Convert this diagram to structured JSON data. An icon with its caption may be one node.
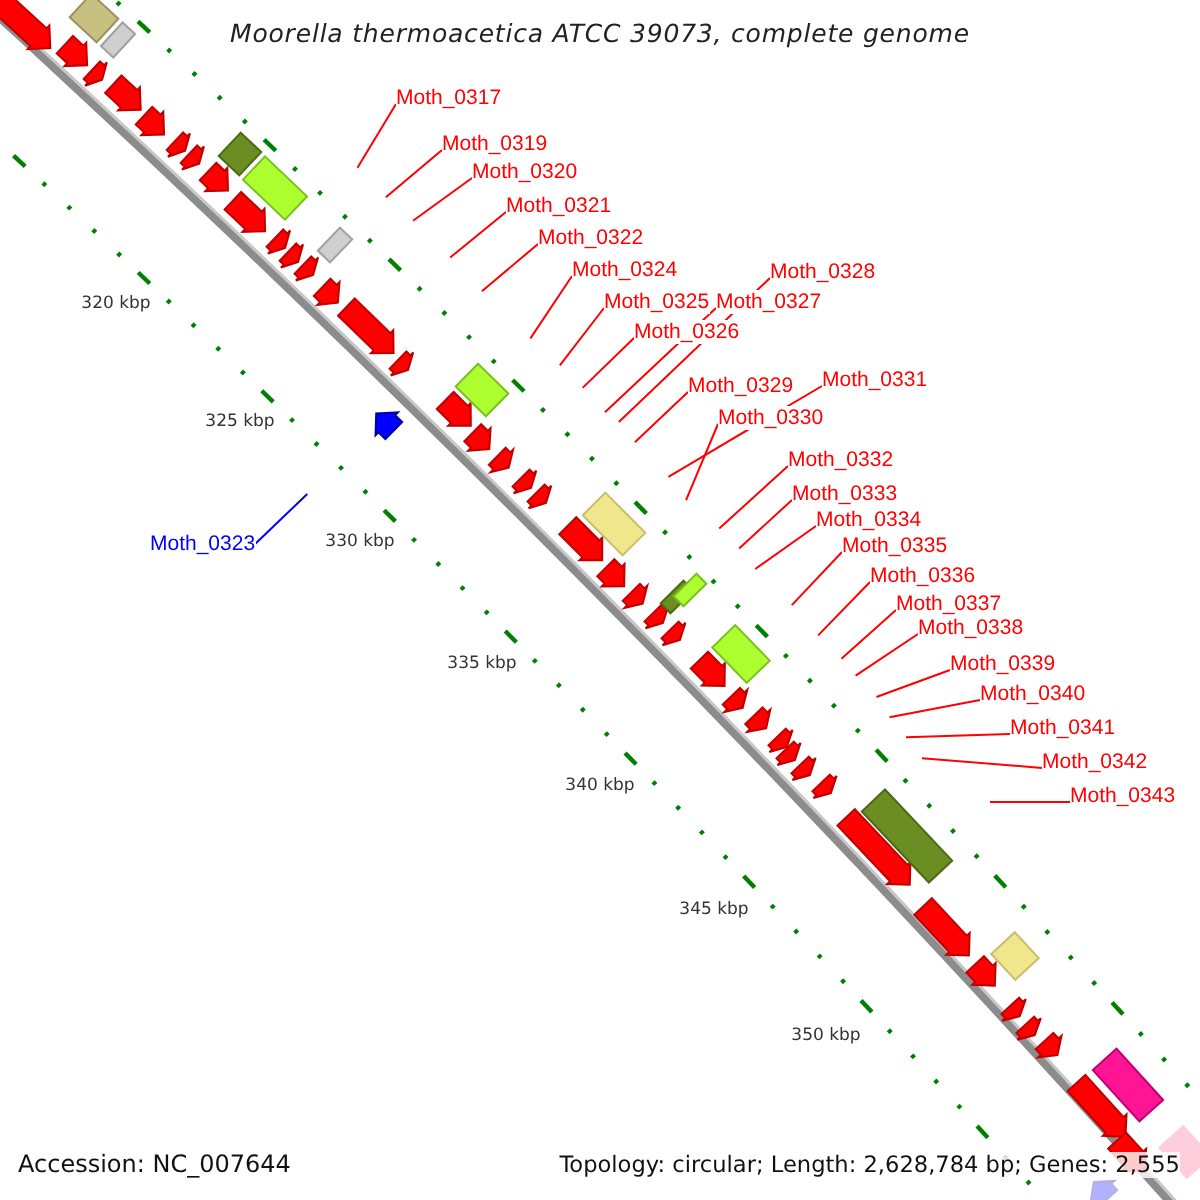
{
  "diagram": {
    "title": "Moorella thermoacetica ATCC 39073, complete genome",
    "nodes": [
      {
        "text": [
          "Moth_0317"
        ]
      },
      {
        "text": [
          "Moth_0319"
        ]
      },
      {
        "text": [
          "Moth_0320"
        ]
      },
      {
        "text": [
          "Moth_0321"
        ]
      },
      {
        "text": [
          "Moth_0322"
        ]
      },
      {
        "text": [
          "Moth_0324"
        ]
      },
      {
        "text": [
          "Moth_0328"
        ]
      },
      {
        "text": [
          "Moth_0325"
        ]
      },
      {
        "text": [
          "Moth_0327"
        ]
      },
      {
        "text": [
          "Moth_0326"
        ]
      },
      {
        "text": [
          "Moth_0331"
        ]
      },
      {
        "text": [
          "Moth_0329"
        ]
      },
      {
        "text": [
          "Moth_0330"
        ]
      },
      {
        "text": [
          "Moth_0332"
        ]
      },
      {
        "text": [
          "Moth_0333"
        ]
      },
      {
        "text": [
          "Moth_0334"
        ]
      },
      {
        "text": [
          "Moth_0323"
        ]
      },
      {
        "text": [
          "Moth_0335"
        ]
      },
      {
        "text": [
          "Moth_0336"
        ]
      },
      {
        "text": [
          "Moth_0337"
        ]
      },
      {
        "text": [
          "Moth_0338"
        ]
      },
      {
        "text": [
          "Moth_0339"
        ]
      },
      {
        "text": [
          "Moth_0340"
        ]
      },
      {
        "text": [
          "Moth_0341"
        ]
      },
      {
        "text": [
          "Moth_0342"
        ]
      },
      {
        "text": [
          "Moth_0343"
        ]
      }
    ],
    "edges": [
      {
        "from": 0,
        "to": null,
        "arrow": "none"
      },
      {
        "from": 1,
        "to": null,
        "arrow": "none"
      },
      {
        "from": 2,
        "to": null,
        "arrow": "none"
      },
      {
        "from": 3,
        "to": null,
        "arrow": "none"
      },
      {
        "from": 4,
        "to": null,
        "arrow": "none"
      },
      {
        "from": 5,
        "to": null,
        "arrow": "none"
      },
      {
        "from": 6,
        "to": null,
        "arrow": "none"
      },
      {
        "from": 7,
        "to": null,
        "arrow": "none"
      },
      {
        "from": 8,
        "to": null,
        "arrow": "none"
      },
      {
        "from": 9,
        "to": null,
        "arrow": "none"
      },
      {
        "from": 10,
        "to": null,
        "arrow": "none"
      },
      {
        "from": 11,
        "to": null,
        "arrow": "none"
      },
      {
        "from": 12,
        "to": null,
        "arrow": "none"
      },
      {
        "from": 13,
        "to": null,
        "arrow": "none"
      },
      {
        "from": 14,
        "to": null,
        "arrow": "none"
      },
      {
        "from": 15,
        "to": null,
        "arrow": "none"
      },
      {
        "from": 16,
        "to": null,
        "arrow": "none",
        "color": "#0000ff"
      },
      {
        "from": 17,
        "to": null,
        "arrow": "none"
      },
      {
        "from": 18,
        "to": null,
        "arrow": "none"
      },
      {
        "from": 19,
        "to": null,
        "arrow": "none"
      },
      {
        "from": 20,
        "to": null,
        "arrow": "none"
      },
      {
        "from": 21,
        "to": null,
        "arrow": "none"
      },
      {
        "from": 22,
        "to": null,
        "arrow": "none"
      },
      {
        "from": 23,
        "to": null,
        "arrow": "none"
      },
      {
        "from": 24,
        "to": null,
        "arrow": "none"
      },
      {
        "from": 25,
        "to": null,
        "arrow": "none"
      }
    ],
    "labels": [
      "320 kbp",
      "325 kbp",
      "330 kbp",
      "335 kbp",
      "340 kbp",
      "345 kbp",
      "350 kbp",
      "Accession: NC_007644",
      "Topology: circular; Length: 2,628,784 bp; Genes: 2,555"
    ]
  }
}
